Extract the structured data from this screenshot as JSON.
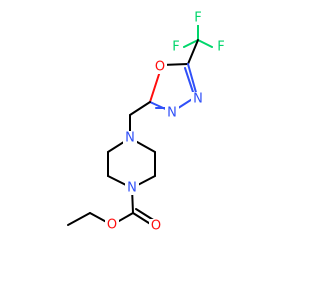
{
  "colors": {
    "background": "#ffffff",
    "carbon_bond": "#000000",
    "nitrogen": "#3050F8",
    "oxygen": "#FF0D0D",
    "fluorine": "#00D66B"
  },
  "atoms": {
    "f_top": "F",
    "f_left": "F",
    "f_right": "F",
    "o_ring": "O",
    "n_ring_1": "N",
    "n_ring_2": "N",
    "n_pip_top": "N",
    "n_pip_bottom": "N",
    "o_ester": "O",
    "o_carbonyl": "O"
  }
}
